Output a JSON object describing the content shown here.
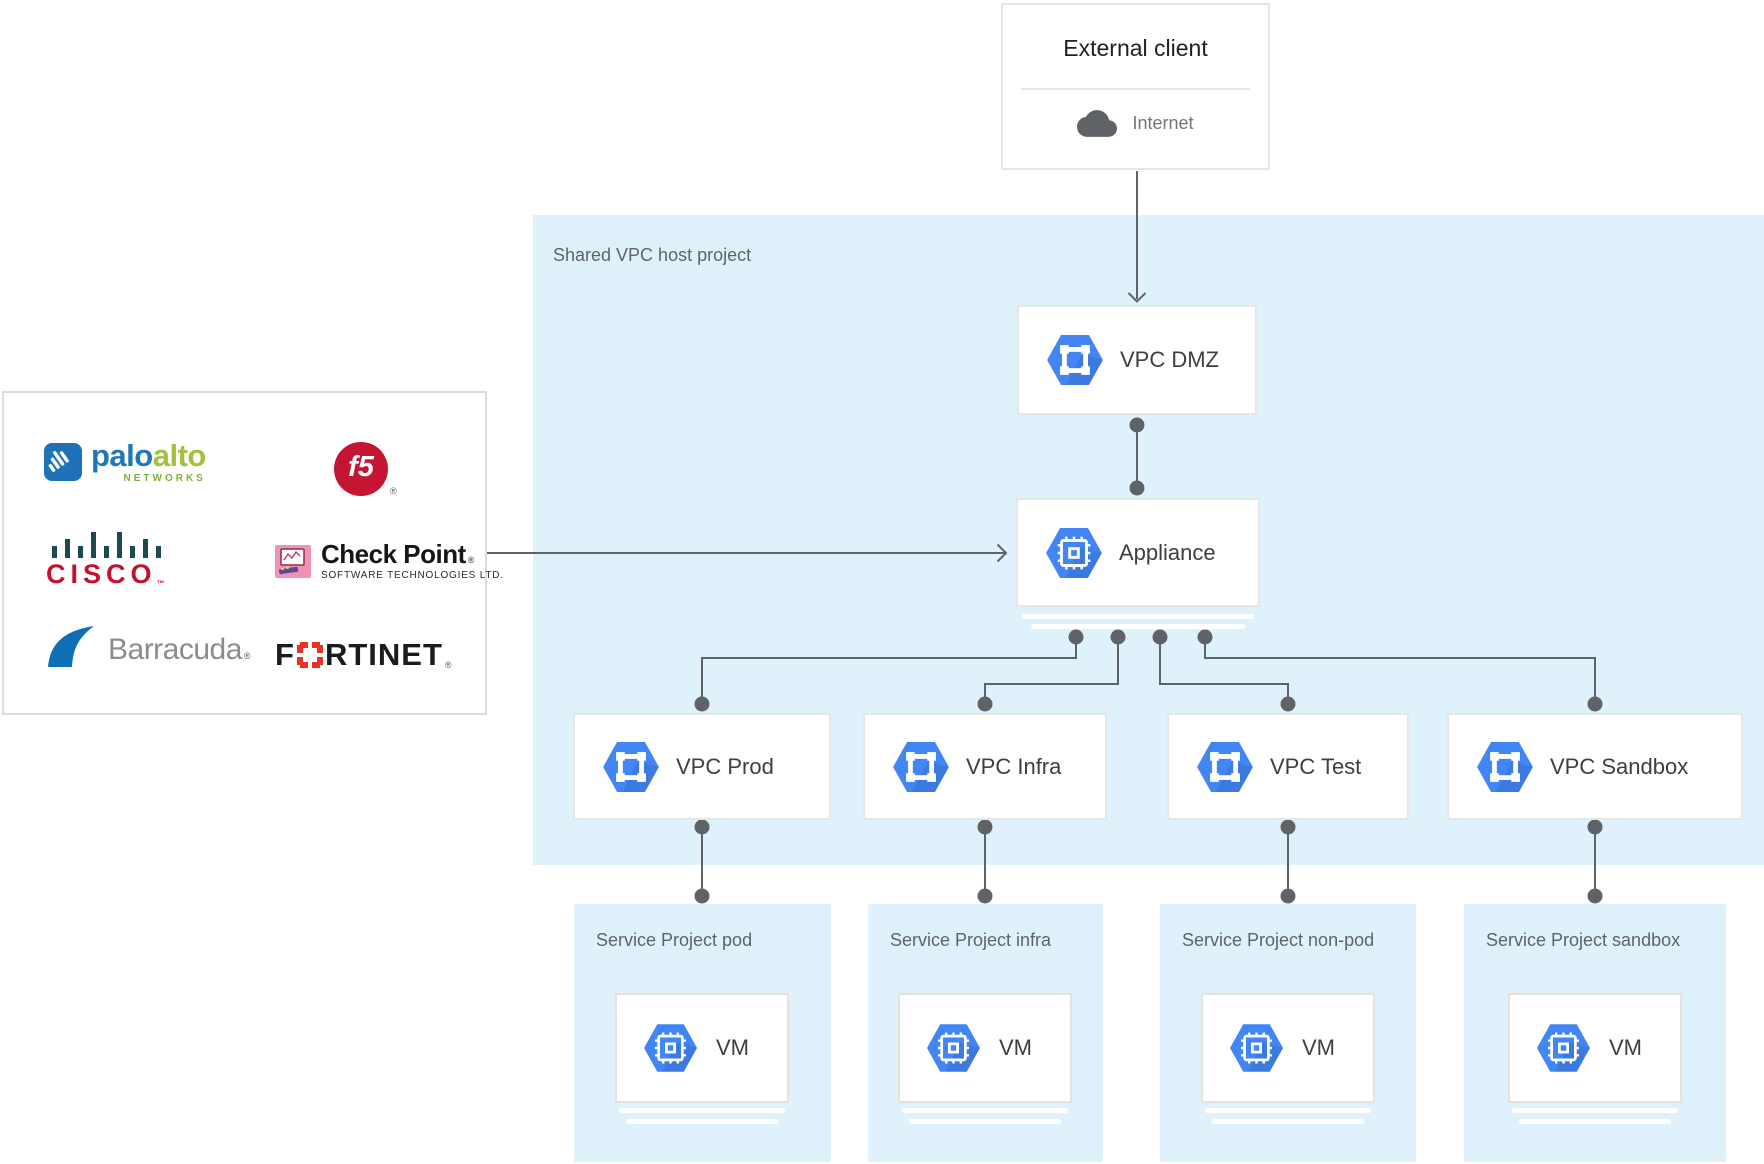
{
  "host_project": {
    "label": "Shared VPC host project"
  },
  "external_client": {
    "title": "External client",
    "internet_label": "Internet"
  },
  "nodes": {
    "vpc_dmz": "VPC DMZ",
    "appliance": "Appliance",
    "vpc_prod": "VPC Prod",
    "vpc_infra": "VPC Infra",
    "vpc_test": "VPC Test",
    "vpc_sandbox": "VPC Sandbox"
  },
  "service_projects": [
    {
      "label": "Service Project pod",
      "vm_label": "VM"
    },
    {
      "label": "Service Project infra",
      "vm_label": "VM"
    },
    {
      "label": "Service Project non-pod",
      "vm_label": "VM"
    },
    {
      "label": "Service Project sandbox",
      "vm_label": "VM"
    }
  ],
  "vendors": {
    "paloalto": {
      "word_1": "palo",
      "word_2": "alto",
      "sub": "NETWORKS"
    },
    "f5": {
      "name": "f5",
      "reg": "®"
    },
    "cisco": {
      "name": "CISCO",
      "reg": "™"
    },
    "checkpoint": {
      "name": "Check Point",
      "reg": "®",
      "sub": "SOFTWARE TECHNOLOGIES LTD."
    },
    "barracuda": {
      "name": "Barracuda",
      "reg": "®"
    },
    "fortinet": {
      "word_1": "F",
      "word_2": "RTINET",
      "reg": "®"
    }
  },
  "colors": {
    "region_blue": "#dff2fc",
    "icon_blue": "#4285f4",
    "wire_gray": "#5f6368",
    "label_gray": "#5f6368",
    "node_text": "#3c4043"
  }
}
